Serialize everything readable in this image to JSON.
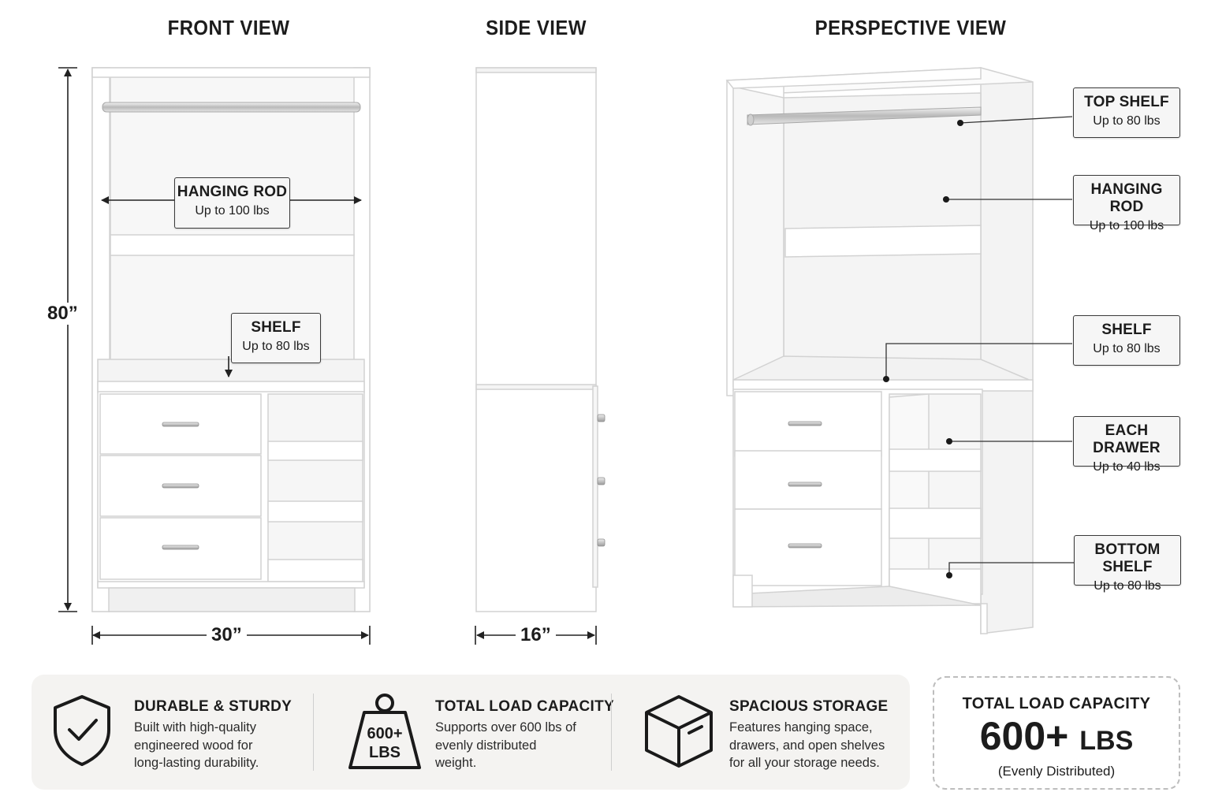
{
  "views": {
    "front": "FRONT VIEW",
    "side": "SIDE VIEW",
    "perspective": "PERSPECTIVE VIEW"
  },
  "dimensions": {
    "height": "80”",
    "width": "30”",
    "depth": "16”"
  },
  "front_callouts": {
    "hanging_rod": {
      "title": "HANGING ROD",
      "sub": "Up to 100 lbs"
    },
    "shelf": {
      "title": "SHELF",
      "sub": "Up to 80 lbs"
    }
  },
  "perspective_callouts": {
    "top_shelf": {
      "title": "TOP SHELF",
      "sub": "Up to 80 lbs"
    },
    "hanging_rod": {
      "title": "HANGING ROD",
      "sub": "Up to 100 lbs"
    },
    "shelf": {
      "title": "SHELF",
      "sub": "Up to 80 lbs"
    },
    "each_drawer": {
      "title": "EACH DRAWER",
      "sub": "Up to 40 lbs"
    },
    "bottom_shelf": {
      "title": "BOTTOM SHELF",
      "sub": "Up to 80 lbs"
    }
  },
  "features": {
    "durable": {
      "icon": "shield-check-icon",
      "title": "DURABLE & STURDY",
      "desc": "Built with high-quality engineered wood for long-lasting durability."
    },
    "load": {
      "icon": "weight-icon",
      "icon_text_1": "600+",
      "icon_text_2": "LBS",
      "title": "TOTAL LOAD CAPACITY",
      "desc": "Supports over 600 lbs of evenly distributed weight."
    },
    "storage": {
      "icon": "box-icon",
      "title": "SPACIOUS STORAGE",
      "desc": "Features hanging space, drawers, and open shelves for all your storage needs."
    }
  },
  "capacity": {
    "label": "TOTAL LOAD CAPACITY",
    "value": "600+",
    "unit": "LBS",
    "note": "(Evenly Distributed)"
  },
  "colors": {
    "panel": "#ffffff",
    "edge": "#d4d4d4",
    "shadow": "#ececec",
    "feature_bg": "#f4f3f1",
    "text": "#1c1c1c"
  }
}
